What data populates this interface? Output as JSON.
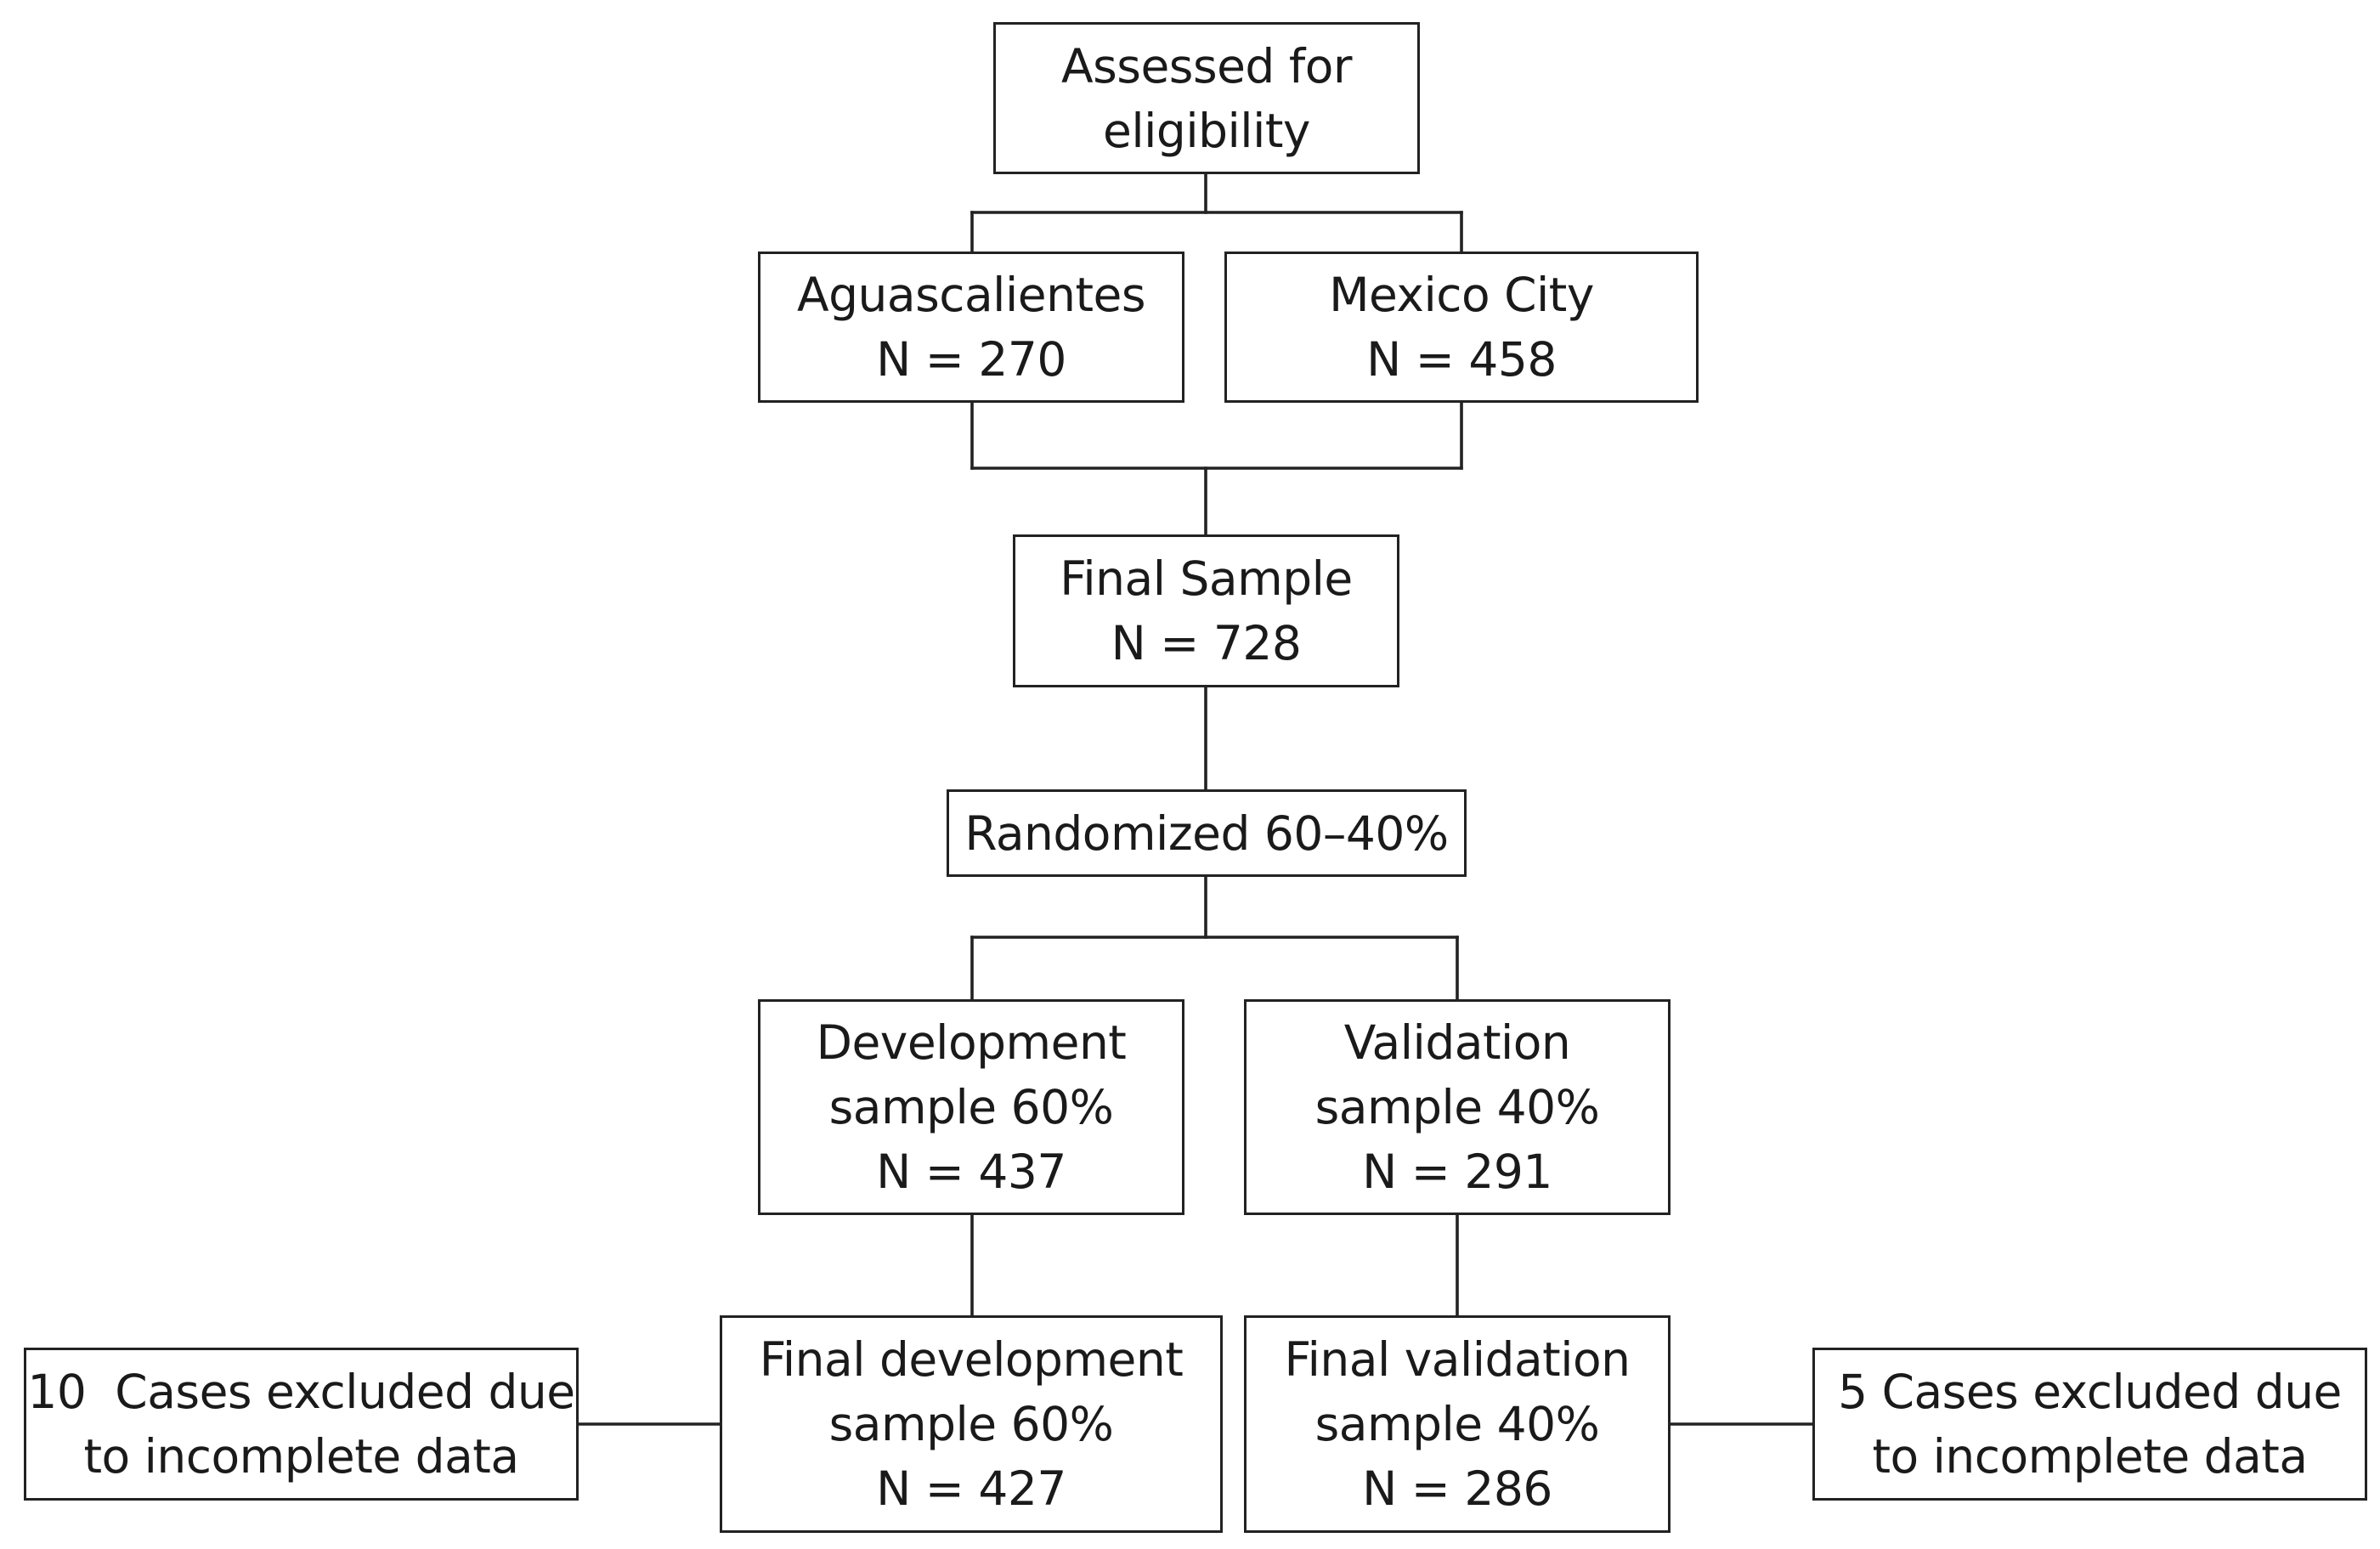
{
  "diagram": {
    "nodes": {
      "assessed": {
        "line1": "Assessed for",
        "line2": "eligibility"
      },
      "aguascalientes": {
        "line1": "Aguascalientes",
        "line2": "N = 270"
      },
      "mexico_city": {
        "line1": "Mexico City",
        "line2": "N = 458"
      },
      "final_sample": {
        "line1": "Final Sample",
        "line2": "N = 728"
      },
      "randomized": {
        "line1": "Randomized 60–40%"
      },
      "development": {
        "line1": "Development",
        "line2": "sample 60%",
        "line3": "N = 437"
      },
      "validation": {
        "line1": "Validation",
        "line2": "sample 40%",
        "line3": "N = 291"
      },
      "final_development": {
        "line1": "Final development",
        "line2": "sample 60%",
        "line3": "N = 427"
      },
      "final_validation": {
        "line1": "Final validation",
        "line2": "sample 40%",
        "line3": "N = 286"
      },
      "excluded_left": {
        "line1": "10  Cases excluded due",
        "line2": "to incomplete data"
      },
      "excluded_right": {
        "line1": "5 Cases excluded due",
        "line2": "to incomplete data"
      }
    }
  }
}
